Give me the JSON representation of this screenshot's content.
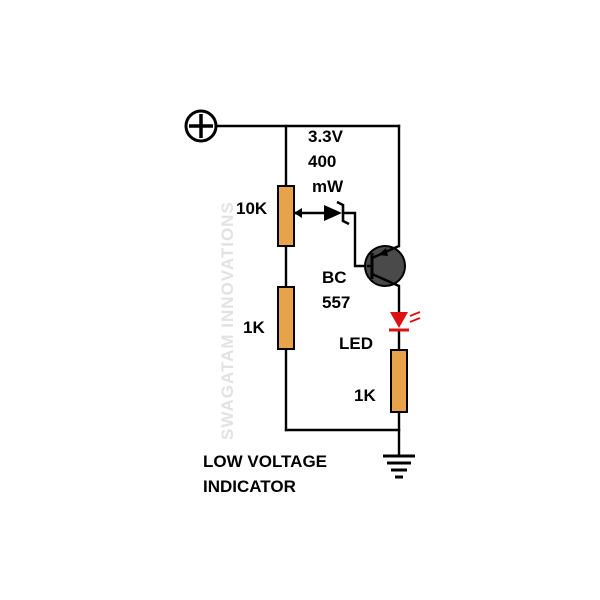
{
  "colors": {
    "wire": "#000000",
    "resistor": "#e8a34a",
    "resistor_outline": "#000000",
    "led": "#dd1111",
    "transistor": "#4a4a4a",
    "watermark": "#e2e2e2"
  },
  "watermark": "SWAGATAM INNOVATIONS",
  "labels": {
    "zener_voltage": "3.3V",
    "zener_power_1": "400",
    "zener_power_2": "mW",
    "pot": "10K",
    "r1": "1K",
    "r2": "1K",
    "transistor_1": "BC",
    "transistor_2": "557",
    "led": "LED",
    "title_1": "LOW VOLTAGE",
    "title_2": "INDICATOR"
  },
  "icons": {
    "supply": "plus-circle-icon",
    "ground": "ground-icon"
  }
}
